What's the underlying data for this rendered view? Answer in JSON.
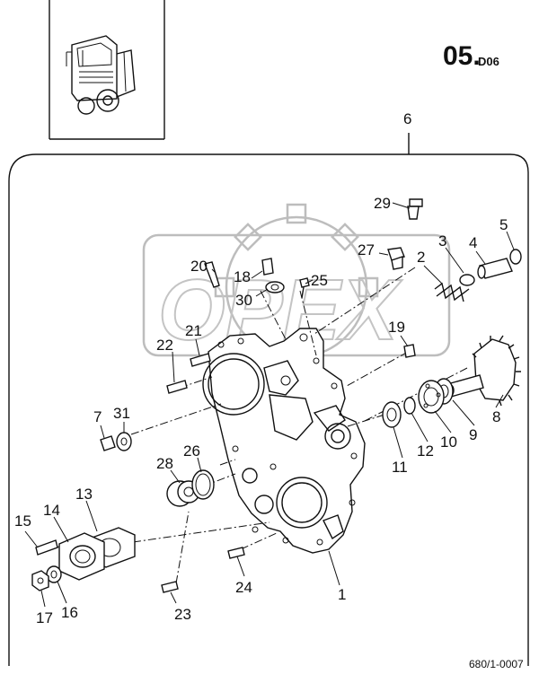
{
  "header": {
    "section_code": "05.",
    "section_sub": "D06"
  },
  "footer": {
    "figure_number": "680/1-0007"
  },
  "watermark": {
    "text": "OPEX"
  },
  "assembly": {
    "group_label": "6"
  },
  "callouts": [
    "1",
    "2",
    "3",
    "4",
    "5",
    "7",
    "8",
    "9",
    "10",
    "11",
    "12",
    "13",
    "14",
    "15",
    "16",
    "17",
    "18",
    "19",
    "20",
    "21",
    "22",
    "23",
    "24",
    "25",
    "26",
    "27",
    "28",
    "29",
    "30",
    "31"
  ]
}
